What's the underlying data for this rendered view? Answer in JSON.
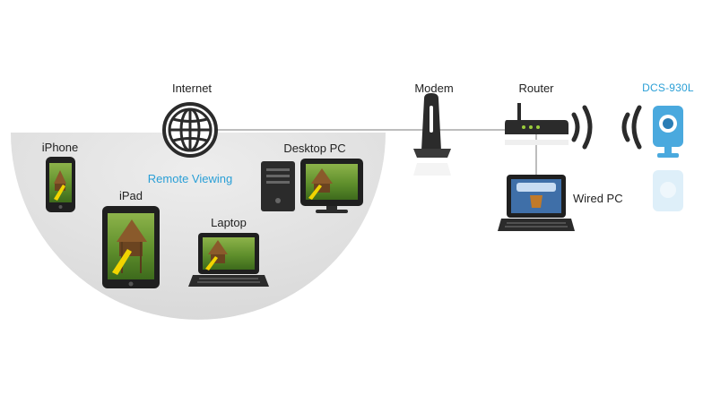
{
  "labels": {
    "internet": "Internet",
    "modem": "Modem",
    "router": "Router",
    "camera": "DCS-930L",
    "remote_viewing": "Remote Viewing",
    "iphone": "iPhone",
    "ipad": "iPad",
    "desktop_pc": "Desktop PC",
    "laptop": "Laptop",
    "wired_pc": "Wired PC"
  },
  "colors": {
    "accent": "#2a9fd6",
    "device_dark": "#2b2b2b",
    "remote_area": "#e6e6e6",
    "link_line": "#bdbdbd"
  },
  "icons": {
    "internet": "globe-icon",
    "modem": "modem-icon",
    "router": "router-icon",
    "camera": "camera-icon",
    "wifi": "wifi-waves-icon"
  }
}
